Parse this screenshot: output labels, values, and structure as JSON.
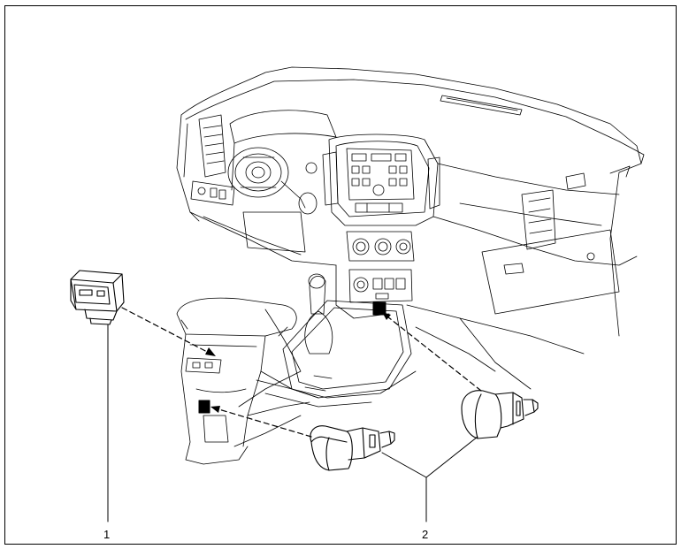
{
  "figure": {
    "callouts": [
      {
        "id": "1",
        "text": "1"
      },
      {
        "id": "2",
        "text": "2"
      }
    ]
  },
  "colors": {
    "line": "#000000",
    "background": "#ffffff"
  }
}
